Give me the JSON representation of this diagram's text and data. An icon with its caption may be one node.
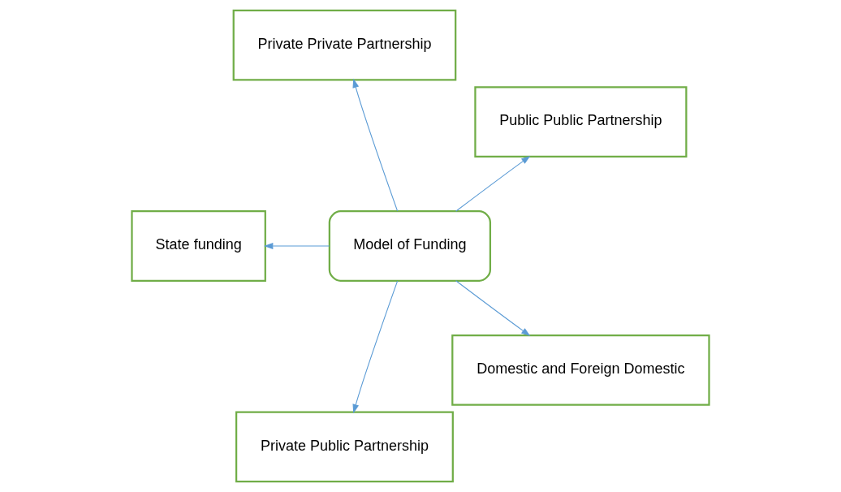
{
  "diagram": {
    "nodes": [
      {
        "text": [
          "Public Public Partnership"
        ]
      },
      {
        "text": [
          "Private Private Partnership"
        ]
      },
      {
        "text": [
          "Model of Funding"
        ]
      },
      {
        "text": [
          "State funding"
        ]
      },
      {
        "text": [
          "Private Public Partnership"
        ]
      },
      {
        "text": [
          "Domestic and Foreign Domestic"
        ]
      }
    ],
    "edges": [
      {
        "from": 2,
        "to": 0,
        "arrow": "to"
      },
      {
        "from": 2,
        "to": 1,
        "arrow": "to"
      },
      {
        "from": 2,
        "to": 3,
        "arrow": "to"
      },
      {
        "from": 2,
        "to": 5,
        "arrow": "to"
      },
      {
        "from": 2,
        "to": 4,
        "arrow": "to"
      }
    ]
  }
}
